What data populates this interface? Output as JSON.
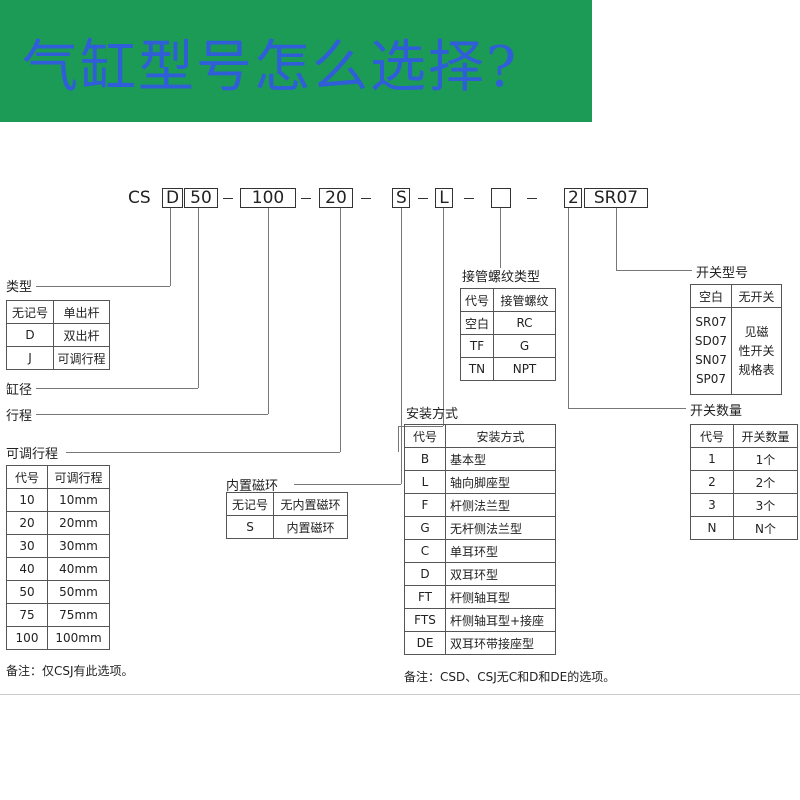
{
  "banner": {
    "title": "气缸型号怎么选择?",
    "bg_color": "#1b9b55",
    "text_color": "#2f5ed8"
  },
  "code": {
    "prefix": "CS",
    "type": "D",
    "bore": "50",
    "stroke": "100",
    "adj_stroke": "20",
    "magnet": "S",
    "mount": "L",
    "thread": "",
    "switch_qty": "2",
    "switch_model": "SR07"
  },
  "labels": {
    "type": "类型",
    "bore": "缸径",
    "stroke": "行程",
    "adj_stroke": "可调行程",
    "magnet": "内置磁环",
    "mount": "安装方式",
    "thread": "接管螺纹类型",
    "switch_qty": "开关数量",
    "switch_model": "开关型号"
  },
  "type_table": [
    [
      "无记号",
      "单出杆"
    ],
    [
      "D",
      "双出杆"
    ],
    [
      "J",
      "可调行程"
    ]
  ],
  "adj_table": {
    "header": [
      "代号",
      "可调行程"
    ],
    "rows": [
      [
        "10",
        "10mm"
      ],
      [
        "20",
        "20mm"
      ],
      [
        "30",
        "30mm"
      ],
      [
        "40",
        "40mm"
      ],
      [
        "50",
        "50mm"
      ],
      [
        "75",
        "75mm"
      ],
      [
        "100",
        "100mm"
      ]
    ],
    "note": "备注：仅CSJ有此选项。"
  },
  "magnet_table": [
    [
      "无记号",
      "无内置磁环"
    ],
    [
      "S",
      "内置磁环"
    ]
  ],
  "mount_table": {
    "header": [
      "代号",
      "安装方式"
    ],
    "rows": [
      [
        "B",
        "基本型"
      ],
      [
        "L",
        "轴向脚座型"
      ],
      [
        "F",
        "杆侧法兰型"
      ],
      [
        "G",
        "无杆侧法兰型"
      ],
      [
        "C",
        "单耳环型"
      ],
      [
        "D",
        "双耳环型"
      ],
      [
        "FT",
        "杆侧轴耳型"
      ],
      [
        "FTS",
        "杆侧轴耳型+接座"
      ],
      [
        "DE",
        "双耳环带接座型"
      ]
    ],
    "note": "备注：CSD、CSJ无C和D和DE的选项。"
  },
  "thread_table": {
    "header": [
      "代号",
      "接管螺纹"
    ],
    "rows": [
      [
        "空白",
        "RC"
      ],
      [
        "TF",
        "G"
      ],
      [
        "TN",
        "NPT"
      ]
    ]
  },
  "switch_model_table": {
    "header": [
      "空白",
      "无开关"
    ],
    "models": [
      "SR07",
      "SD07",
      "SN07",
      "SP07"
    ],
    "desc": [
      "见磁",
      "性开关",
      "规格表"
    ]
  },
  "switch_qty_table": {
    "header": [
      "代号",
      "开关数量"
    ],
    "rows": [
      [
        "1",
        "1个"
      ],
      [
        "2",
        "2个"
      ],
      [
        "3",
        "3个"
      ],
      [
        "N",
        "N个"
      ]
    ]
  }
}
